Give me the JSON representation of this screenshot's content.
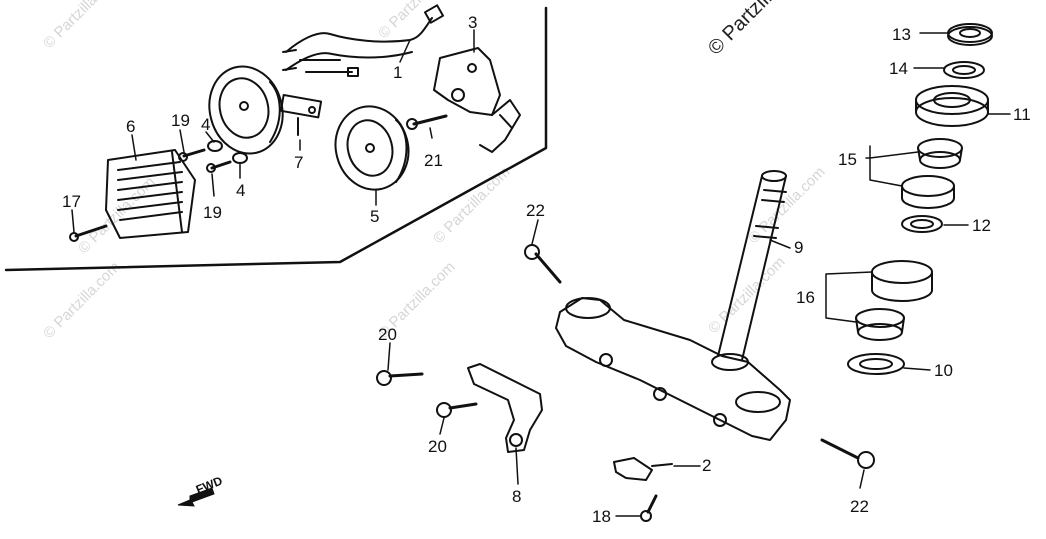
{
  "watermark": {
    "text": "© Partzilla.com",
    "copyright_corner": "© Partzilla"
  },
  "direction_label": "FWD",
  "callouts": {
    "p1": "1",
    "p2": "2",
    "p3": "3",
    "p4a": "4",
    "p4b": "4",
    "p5": "5",
    "p6": "6",
    "p7": "7",
    "p8": "8",
    "p9": "9",
    "p10": "10",
    "p11": "11",
    "p12": "12",
    "p13": "13",
    "p14": "14",
    "p15": "15",
    "p16": "16",
    "p17": "17",
    "p18": "18",
    "p19a": "19",
    "p19b": "19",
    "p20a": "20",
    "p20b": "20",
    "p21": "21",
    "p22a": "22",
    "p22b": "22"
  }
}
